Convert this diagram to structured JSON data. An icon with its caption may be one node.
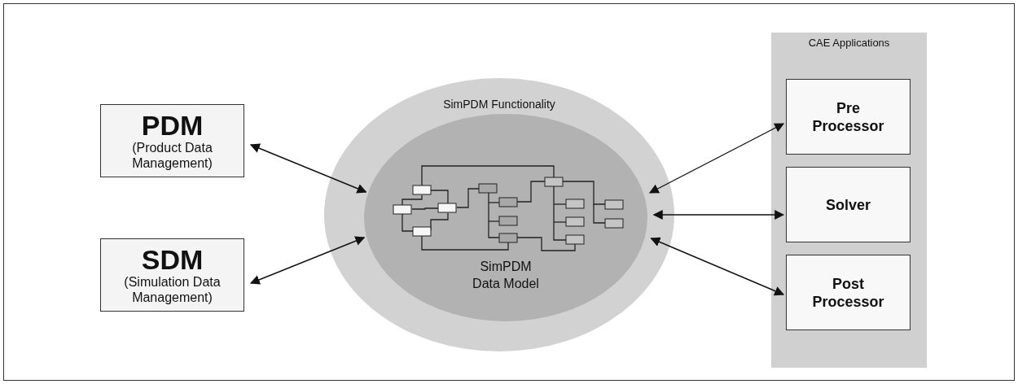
{
  "diagram": {
    "nodes": [
      {
        "text": [
          "PDM",
          "(Product Data Management)"
        ]
      },
      {
        "text": [
          "SDM",
          "(Simulation Data Management)"
        ]
      },
      {
        "text": [
          "SimPDM Functionality"
        ]
      },
      {
        "text": [
          "SimPDM Data Model"
        ],
        "in": 2
      },
      {
        "text": [
          "CAE Applications"
        ]
      },
      {
        "text": [
          "Pre Processor"
        ],
        "in": 4
      },
      {
        "text": [
          "Solver"
        ],
        "in": 4
      },
      {
        "text": [
          "Post Processor"
        ],
        "in": 4
      }
    ],
    "edges": [
      {
        "from": 0,
        "to": 3,
        "arrow": "both"
      },
      {
        "from": 1,
        "to": 3,
        "arrow": "both"
      },
      {
        "from": 3,
        "to": 5,
        "arrow": "both"
      },
      {
        "from": 3,
        "to": 6,
        "arrow": "both"
      },
      {
        "from": 3,
        "to": 7,
        "arrow": "both"
      }
    ]
  }
}
